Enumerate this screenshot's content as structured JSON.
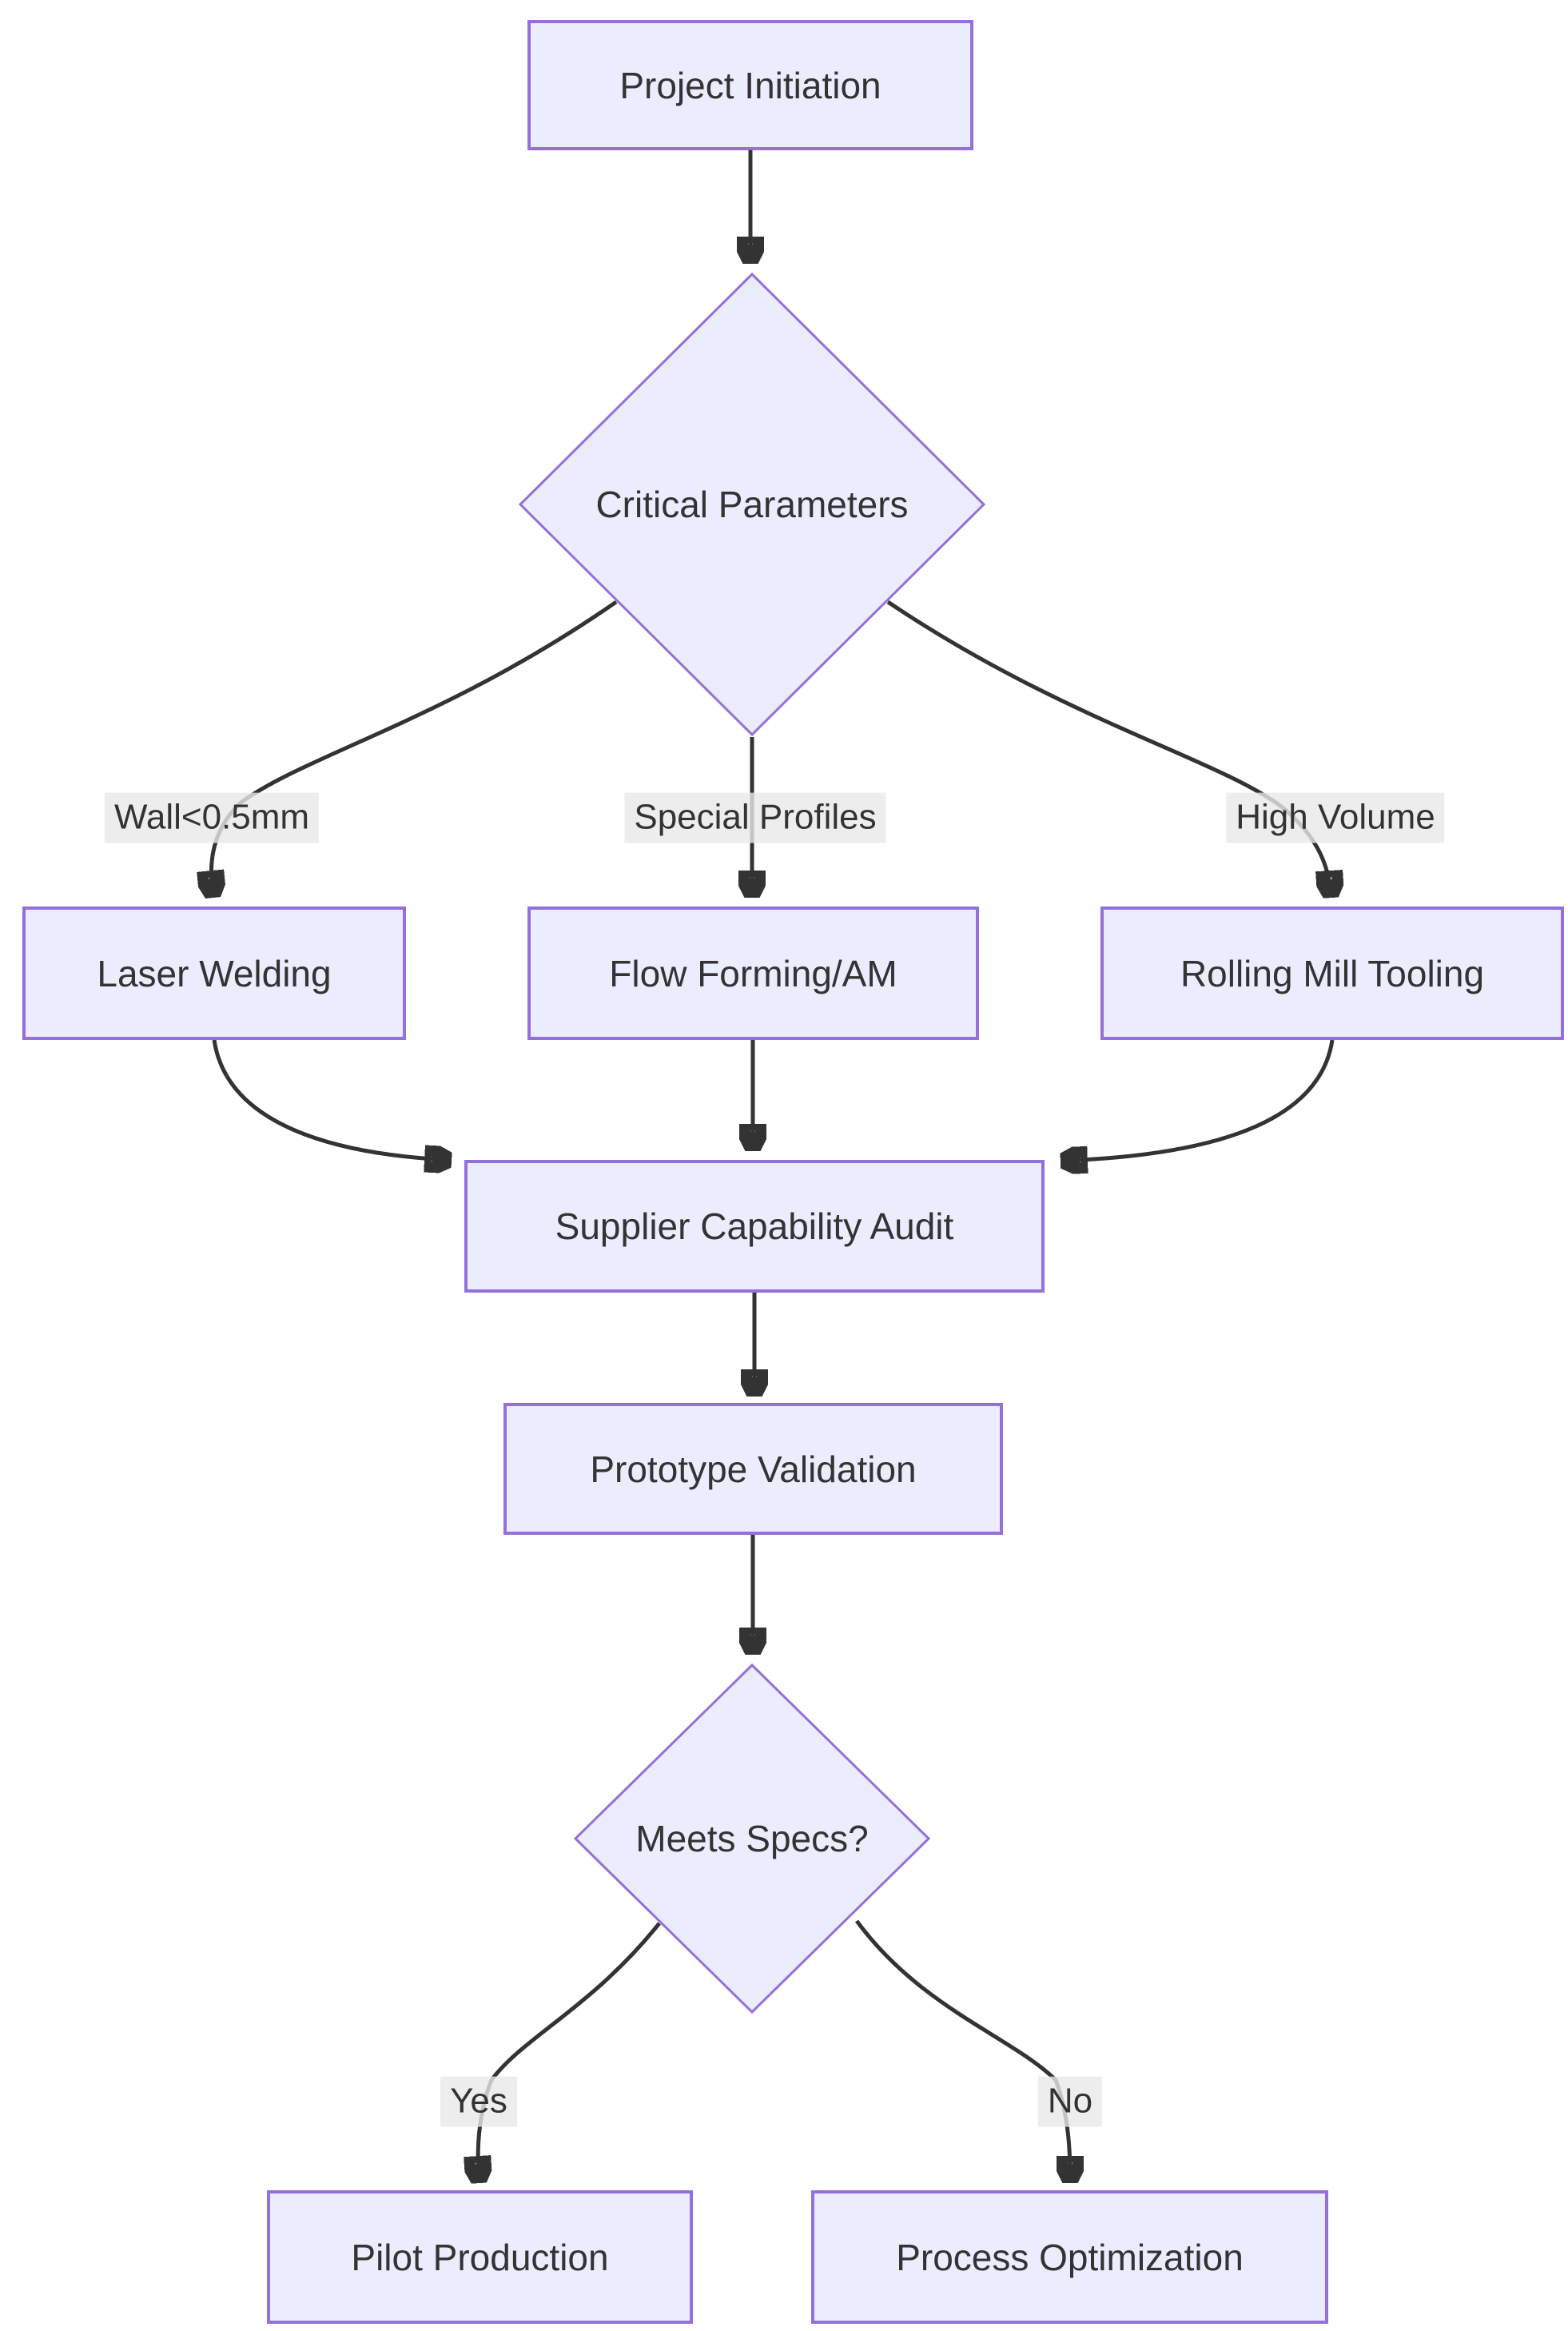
{
  "diagram": {
    "type": "flowchart-top-down",
    "background": "#ffffff",
    "colors": {
      "node_fill": "#ECECFF",
      "node_border": "#9370DB",
      "edge_line": "#333333",
      "node_text": "#333333",
      "edge_label_text": "#333333",
      "edge_label_bg": "rgba(232,232,232,0.8)"
    },
    "nodes": {
      "project_initiation": {
        "label": "Project Initiation",
        "shape": "rectangle"
      },
      "critical_parameters": {
        "label": "Critical Parameters",
        "shape": "diamond"
      },
      "laser_welding": {
        "label": "Laser Welding",
        "shape": "rectangle"
      },
      "flow_forming_am": {
        "label": "Flow Forming/AM",
        "shape": "rectangle"
      },
      "rolling_mill_tooling": {
        "label": "Rolling Mill Tooling",
        "shape": "rectangle"
      },
      "supplier_capability_audit": {
        "label": "Supplier Capability Audit",
        "shape": "rectangle"
      },
      "prototype_validation": {
        "label": "Prototype Validation",
        "shape": "rectangle"
      },
      "meets_specs": {
        "label": "Meets Specs?",
        "shape": "diamond"
      },
      "pilot_production": {
        "label": "Pilot Production",
        "shape": "rectangle"
      },
      "process_optimization": {
        "label": "Process Optimization",
        "shape": "rectangle"
      }
    },
    "edges": [
      {
        "from": "project_initiation",
        "to": "critical_parameters",
        "label": ""
      },
      {
        "from": "critical_parameters",
        "to": "laser_welding",
        "label": "Wall<0.5mm"
      },
      {
        "from": "critical_parameters",
        "to": "flow_forming_am",
        "label": "Special Profiles"
      },
      {
        "from": "critical_parameters",
        "to": "rolling_mill_tooling",
        "label": "High Volume"
      },
      {
        "from": "laser_welding",
        "to": "supplier_capability_audit",
        "label": ""
      },
      {
        "from": "flow_forming_am",
        "to": "supplier_capability_audit",
        "label": ""
      },
      {
        "from": "rolling_mill_tooling",
        "to": "supplier_capability_audit",
        "label": ""
      },
      {
        "from": "supplier_capability_audit",
        "to": "prototype_validation",
        "label": ""
      },
      {
        "from": "prototype_validation",
        "to": "meets_specs",
        "label": ""
      },
      {
        "from": "meets_specs",
        "to": "pilot_production",
        "label": "Yes"
      },
      {
        "from": "meets_specs",
        "to": "process_optimization",
        "label": "No"
      }
    ]
  }
}
